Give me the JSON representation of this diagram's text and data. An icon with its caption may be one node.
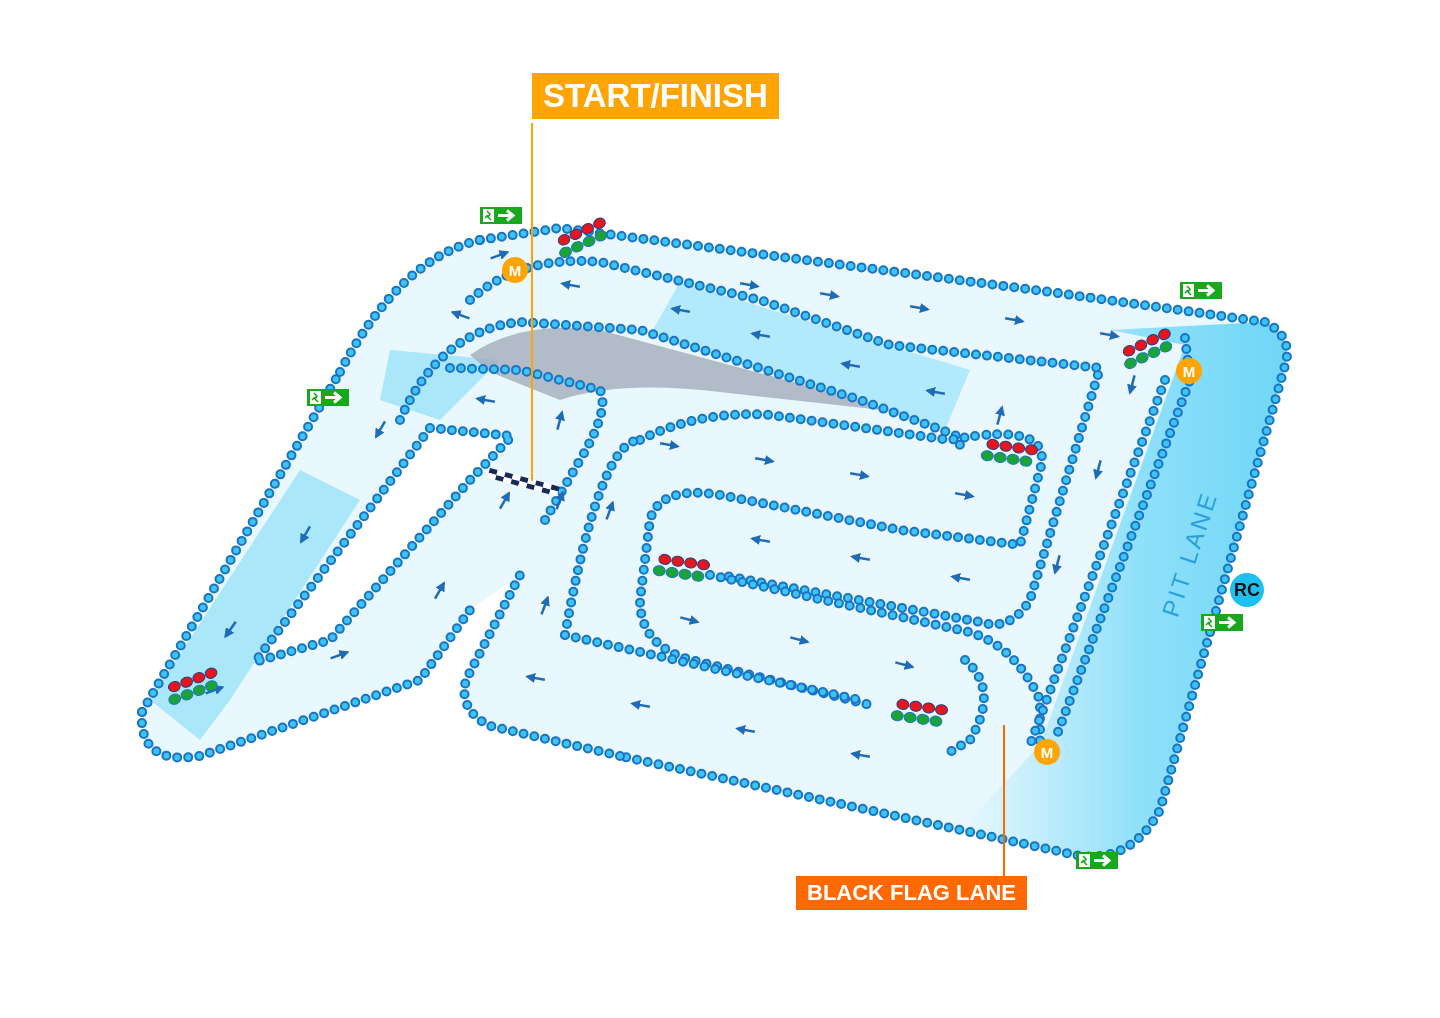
{
  "diagram": {
    "nodes": [
      {
        "text": [
          "START/FINISH"
        ]
      },
      {
        "text": [],
        "shape": "bar"
      },
      {
        "text": [
          "BLACK FLAG LANE"
        ]
      },
      {
        "text": [
          "M"
        ]
      },
      {
        "text": [
          "M"
        ]
      },
      {
        "text": [
          "M"
        ]
      },
      {
        "text": [
          "RC"
        ]
      }
    ],
    "edges": [
      {
        "from": 0,
        "to": 1,
        "arrow": "none"
      },
      {
        "from": 2,
        "to": null,
        "arrow": "none"
      }
    ],
    "labels": [
      "PIT LANE"
    ]
  }
}
